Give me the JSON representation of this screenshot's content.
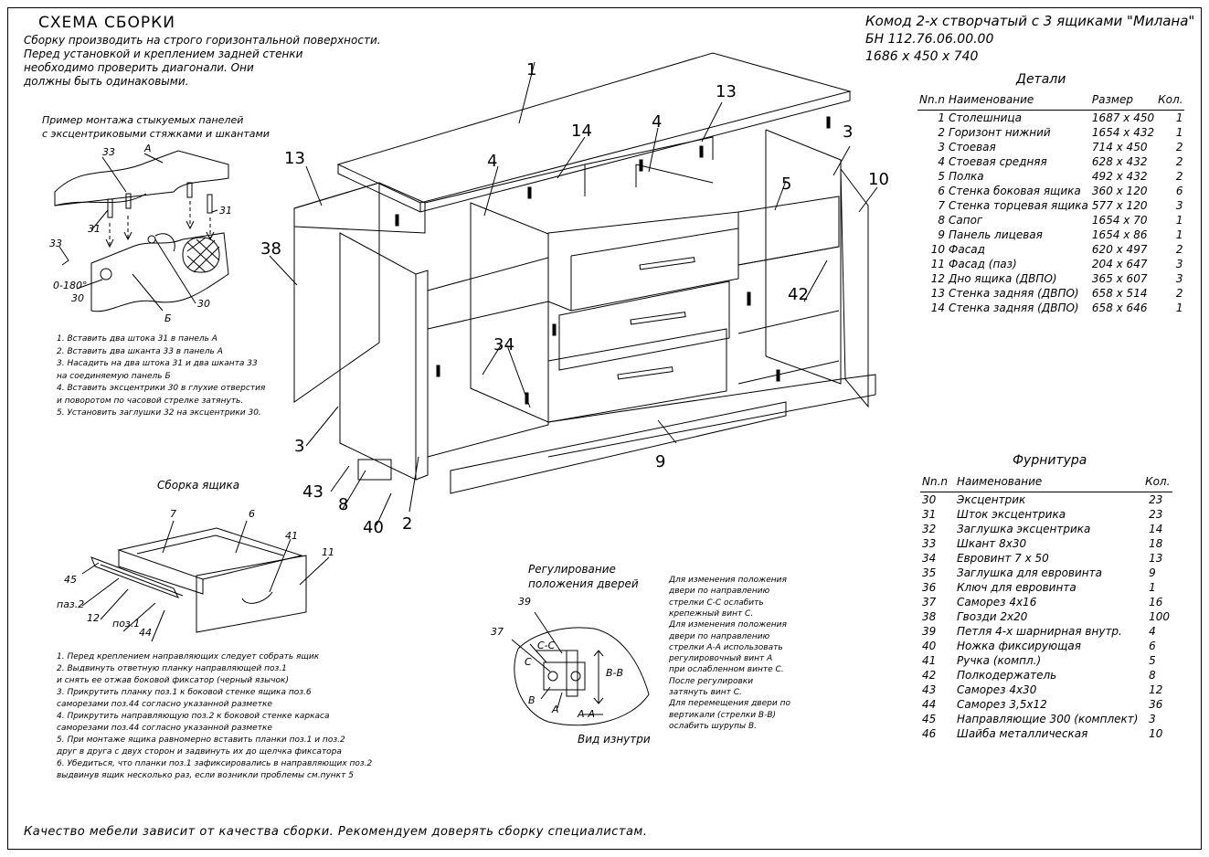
{
  "title": {
    "heading": "СХЕМА СБОРКИ",
    "lines": [
      "Сборку производить на строго горизонтальной поверхности.",
      "Перед установкой и креплением задней стенки",
      "необходимо проверить диагонали. Они",
      "должны быть одинаковыми."
    ]
  },
  "product": {
    "name": "Комод 2-х створчатый с 3 ящиками \"Милана\"",
    "code": "БН 112.76.06.00.00",
    "size": "1686 х 450 х 740"
  },
  "details": {
    "caption": "Детали",
    "headers": [
      "Nn.n",
      "Наименование",
      "Размер",
      "Кол."
    ],
    "rows": [
      [
        "1",
        "Столешница",
        "1687 х 450",
        "1"
      ],
      [
        "2",
        "Горизонт нижний",
        "1654 х 432",
        "1"
      ],
      [
        "3",
        "Стоевая",
        "714 х 450",
        "2"
      ],
      [
        "4",
        "Стоевая средняя",
        "628 х 432",
        "2"
      ],
      [
        "5",
        "Полка",
        "492 х 432",
        "2"
      ],
      [
        "6",
        "Стенка боковая ящика",
        "360 х 120",
        "6"
      ],
      [
        "7",
        "Стенка торцевая ящика",
        "577 х 120",
        "3"
      ],
      [
        "8",
        "Сапог",
        "1654 х 70",
        "1"
      ],
      [
        "9",
        "Панель лицевая",
        "1654 х 86",
        "1"
      ],
      [
        "10",
        "Фасад",
        "620 х 497",
        "2"
      ],
      [
        "11",
        "Фасад (паз)",
        "204 х 647",
        "3"
      ],
      [
        "12",
        "Дно ящика (ДВПО)",
        "365 х 607",
        "3"
      ],
      [
        "13",
        "Стенка задняя (ДВПО)",
        "658 х 514",
        "2"
      ],
      [
        "14",
        "Стенка задняя (ДВПО)",
        "658 х 646",
        "1"
      ]
    ]
  },
  "hardware": {
    "caption": "Фурнитура",
    "headers": [
      "Nn.n",
      "Наименование",
      "Кол."
    ],
    "rows": [
      [
        "30",
        "Эксцентрик",
        "23"
      ],
      [
        "31",
        "Шток эксцентрика",
        "23"
      ],
      [
        "32",
        "Заглушка эксцентрика",
        "14"
      ],
      [
        "33",
        "Шкант 8х30",
        "18"
      ],
      [
        "34",
        "Евровинт 7 х 50",
        "13"
      ],
      [
        "35",
        "Заглушка для евровинта",
        "9"
      ],
      [
        "36",
        "Ключ для евровинта",
        "1"
      ],
      [
        "37",
        "Саморез 4х16",
        "16"
      ],
      [
        "38",
        "Гвозди 2х20",
        "100"
      ],
      [
        "39",
        "Петля 4-х шарнирная внутр.",
        "4"
      ],
      [
        "40",
        "Ножка фиксирующая",
        "6"
      ],
      [
        "41",
        "Ручка (компл.)",
        "5"
      ],
      [
        "42",
        "Полкодержатель",
        "8"
      ],
      [
        "43",
        "Саморез 4х30",
        "12"
      ],
      [
        "44",
        "Саморез 3,5х12",
        "36"
      ],
      [
        "45",
        "Направляющие 300 (комплект)",
        "3"
      ],
      [
        "46",
        "Шайба металлическая",
        "10"
      ]
    ]
  },
  "eccentric_example": {
    "caption_1": "Пример монтажа стыкуемых панелей",
    "caption_2": "с эксцентриковыми стяжками  и шкантами",
    "labels": [
      "33",
      "А",
      "31",
      "31",
      "33",
      "0-180°",
      "30",
      "30",
      "Б"
    ],
    "steps": [
      "1. Вставить два штока 31 в панель А",
      "2. Вставить два шканта 33 в панель А",
      "3. Насадить на два штока 31 и два шканта 33",
      "на соединяемую панель Б",
      "4. Вставить эксцентрики 30 в глухие отверстия",
      "и поворотом по часовой стрелке затянуть.",
      "5. Установить заглушки 32 на эксцентрики 30."
    ]
  },
  "drawer": {
    "caption": "Сборка ящика",
    "labels": [
      "7",
      "6",
      "41",
      "11",
      "45",
      "паз.2",
      "12",
      "поз.1",
      "44"
    ],
    "steps": [
      "1. Перед креплением направляющих следует собрать ящик",
      "2. Выдвинуть ответную планку направляющей поз.1",
      "и снять ее отжав боковой фиксатор (черный язычок)",
      "3. Прикрутить планку поз.1 к боковой стенке ящика поз.6",
      "саморезами поз.44 согласно указанной разметке",
      "4. Прикрутить направляющую поз.2 к боковой стенке каркаса",
      "саморезами поз.44 согласно указанной разметке",
      "5. При монтаже ящика равномерно вставить планки поз.1 и поз.2",
      "друг в друга с двух сторон и задвинуть их до щелчка фиксатора",
      "6. Убедиться, что планки поз.1 зафиксировались в направляющих поз.2",
      "выдвинув ящик несколько раз, если возникли проблемы см.пункт 5"
    ]
  },
  "hinge": {
    "caption_1": "Регулирование",
    "caption_2": "положения дверей",
    "labels": [
      "39",
      "37",
      "С-С",
      "С",
      "В",
      "А",
      "В-В",
      "А-А"
    ],
    "view": "Вид изнутри",
    "notes": [
      "Для изменения положения",
      "двери по направлению",
      "стрелки С-С ослабить",
      "крепежный винт С.",
      "Для изменения положения",
      "двери по направлению",
      "стрелки А-А использовать",
      "регулировочный винт А",
      "при ослабленном винте С.",
      "После регулировки",
      "затянуть винт С.",
      "Для перемещения двери по",
      "вертикали (стрелки В-В)",
      "ослабить шурупы В."
    ]
  },
  "callouts": [
    "1",
    "13",
    "14",
    "4",
    "3",
    "10",
    "13",
    "4",
    "5",
    "38",
    "42",
    "34",
    "3",
    "9",
    "43",
    "8",
    "40",
    "2"
  ],
  "footer": "Качество мебели зависит от качества сборки. Рекомендуем доверять сборку специалистам."
}
